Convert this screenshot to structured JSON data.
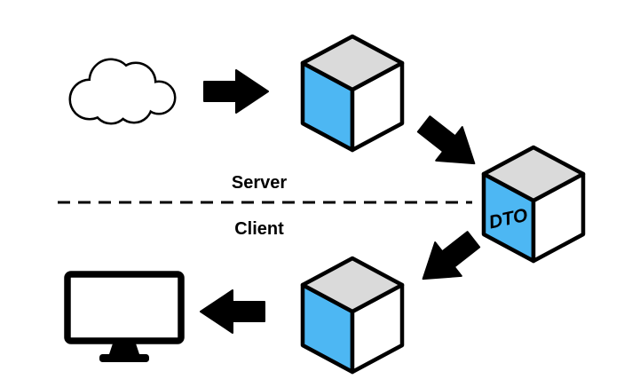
{
  "diagram": {
    "labels": {
      "server_zone": "Server",
      "client_zone": "Client",
      "dto_cube": "DTO"
    },
    "colors": {
      "cube_side": "#4db7f3",
      "cube_top": "#dadada",
      "cube_front": "#ffffff",
      "line": "#000000",
      "background": "#ffffff"
    },
    "icons": {
      "source": "cloud-icon",
      "destination": "monitor-icon",
      "connectors": [
        "arrow-right-icon",
        "arrow-down-right-icon",
        "arrow-down-left-icon",
        "arrow-left-icon"
      ]
    }
  }
}
